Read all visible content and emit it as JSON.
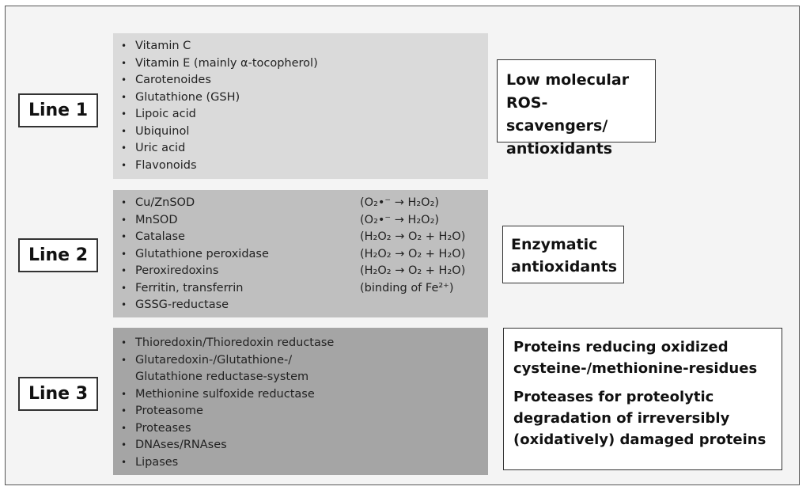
{
  "lines": [
    {
      "label": "Line 1",
      "panel_color": "#dadada",
      "items": [
        {
          "name": "Vitamin C",
          "reaction": ""
        },
        {
          "name": "Vitamin E (mainly α-tocopherol)",
          "reaction": ""
        },
        {
          "name": "Carotenoides",
          "reaction": ""
        },
        {
          "name": "Glutathione (GSH)",
          "reaction": ""
        },
        {
          "name": "Lipoic acid",
          "reaction": ""
        },
        {
          "name": "Ubiquinol",
          "reaction": ""
        },
        {
          "name": "Uric acid",
          "reaction": ""
        },
        {
          "name": "Flavonoids",
          "reaction": ""
        }
      ],
      "description": [
        "Low molecular ROS-scavengers/ antioxidants"
      ]
    },
    {
      "label": "Line 2",
      "panel_color": "#bfbfbf",
      "items": [
        {
          "name": "Cu/ZnSOD",
          "reaction": "(O₂•⁻ → H₂O₂)"
        },
        {
          "name": "MnSOD",
          "reaction": "(O₂•⁻ → H₂O₂)"
        },
        {
          "name": "Catalase",
          "reaction": "(H₂O₂ → O₂ + H₂O)"
        },
        {
          "name": "Glutathione peroxidase",
          "reaction": "(H₂O₂ → O₂ + H₂O)"
        },
        {
          "name": "Peroxiredoxins",
          "reaction": "(H₂O₂ → O₂ + H₂O)"
        },
        {
          "name": "Ferritin, transferrin",
          "reaction": "(binding of Fe²⁺)"
        },
        {
          "name": "GSSG-reductase",
          "reaction": ""
        }
      ],
      "description": [
        "Enzymatic antioxidants"
      ]
    },
    {
      "label": "Line 3",
      "panel_color": "#a5a5a5",
      "items": [
        {
          "name": "Thioredoxin/Thioredoxin reductase",
          "reaction": ""
        },
        {
          "name": "Glutaredoxin-/Glutathione-/ Glutathione reductase-system",
          "reaction": ""
        },
        {
          "name": "Methionine sulfoxide reductase",
          "reaction": ""
        },
        {
          "name": "Proteasome",
          "reaction": ""
        },
        {
          "name": "Proteases",
          "reaction": ""
        },
        {
          "name": "DNAses/RNAses",
          "reaction": ""
        },
        {
          "name": "Lipases",
          "reaction": ""
        }
      ],
      "description": [
        "Proteins reducing oxidized cysteine-/methionine-residues",
        "Proteases for proteolytic degradation of irreversibly (oxidatively) damaged proteins"
      ]
    }
  ]
}
